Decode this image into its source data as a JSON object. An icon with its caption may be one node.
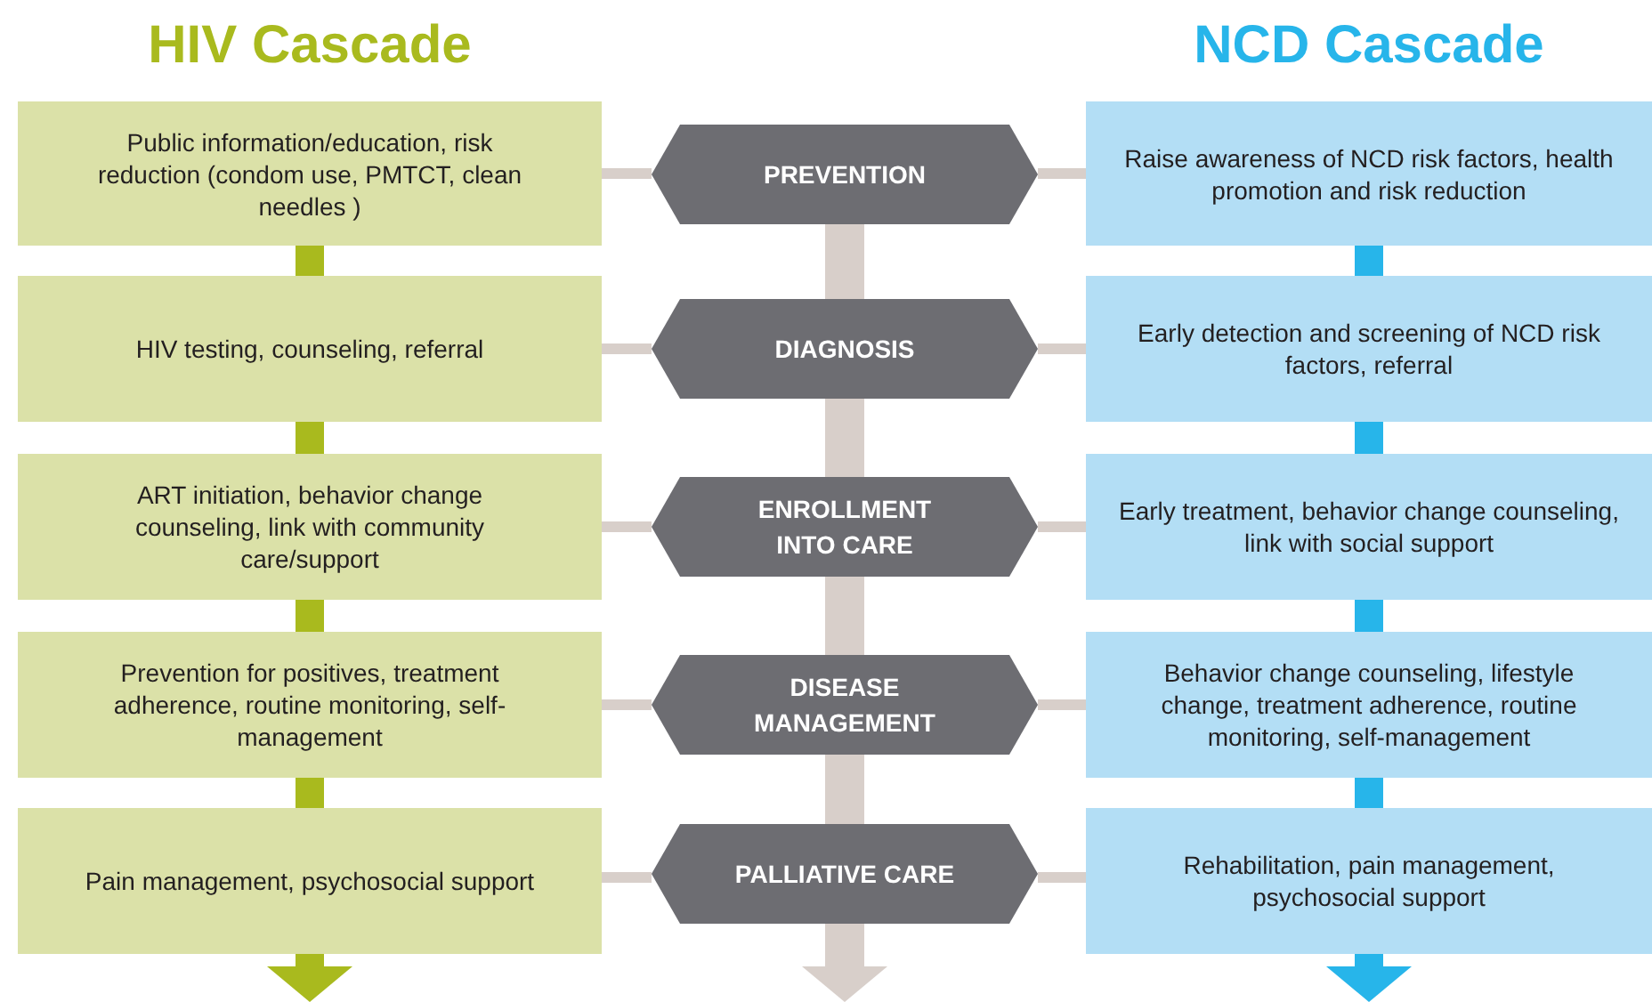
{
  "diagram": {
    "nodes": [
      {
        "text": [
          "Public information/education, risk reduction (condom use, PMTCT, clean needles )"
        ]
      },
      {
        "text": [
          "HIV testing, counseling, referral"
        ]
      },
      {
        "text": [
          "ART initiation, behavior change counseling, link with community care/support"
        ]
      },
      {
        "text": [
          "Prevention for positives, treatment adherence, routine monitoring, self-management"
        ]
      },
      {
        "text": [
          "Pain management, psychosocial support"
        ]
      },
      {
        "text": [
          "PREVENTION"
        ]
      },
      {
        "text": [
          "DIAGNOSIS"
        ]
      },
      {
        "text": [
          "ENROLLMENT INTO CARE"
        ]
      },
      {
        "text": [
          "DISEASE MANAGEMENT"
        ]
      },
      {
        "text": [
          "PALLIATIVE CARE"
        ]
      },
      {
        "text": [
          "Raise awareness of NCD risk factors, health promotion and risk reduction"
        ]
      },
      {
        "text": [
          "Early detection and screening of NCD risk factors, referral"
        ]
      },
      {
        "text": [
          "Early treatment, behavior change counseling, link with social support"
        ]
      },
      {
        "text": [
          "Behavior change counseling, lifestyle change, treatment adherence, routine monitoring, self-management"
        ]
      },
      {
        "text": [
          "Rehabilitation, pain management, psychosocial support"
        ]
      }
    ],
    "edges": [
      {
        "from": 0,
        "to": 1,
        "arrow": "none",
        "color": "#a9ba1e"
      },
      {
        "from": 1,
        "to": 2,
        "arrow": "none",
        "color": "#a9ba1e"
      },
      {
        "from": 2,
        "to": 3,
        "arrow": "none",
        "color": "#a9ba1e"
      },
      {
        "from": 3,
        "to": 4,
        "arrow": "none",
        "color": "#a9ba1e"
      },
      {
        "from": 4,
        "to": null,
        "arrow": "to",
        "color": "#a9ba1e"
      },
      {
        "from": 5,
        "to": 6,
        "arrow": "none"
      },
      {
        "from": 6,
        "to": 7,
        "arrow": "none"
      },
      {
        "from": 7,
        "to": 8,
        "arrow": "none"
      },
      {
        "from": 8,
        "to": 9,
        "arrow": "none"
      },
      {
        "from": 9,
        "to": null,
        "arrow": "to"
      },
      {
        "from": 10,
        "to": 11,
        "arrow": "none",
        "color": "#27b5ea"
      },
      {
        "from": 11,
        "to": 12,
        "arrow": "none",
        "color": "#27b5ea"
      },
      {
        "from": 12,
        "to": 13,
        "arrow": "none",
        "color": "#27b5ea"
      },
      {
        "from": 13,
        "to": 14,
        "arrow": "none",
        "color": "#27b5ea"
      },
      {
        "from": 14,
        "to": null,
        "arrow": "to",
        "color": "#27b5ea"
      },
      {
        "from": 0,
        "to": 5,
        "arrow": "none"
      },
      {
        "from": 5,
        "to": 10,
        "arrow": "none"
      },
      {
        "from": 1,
        "to": 6,
        "arrow": "none"
      },
      {
        "from": 6,
        "to": 11,
        "arrow": "none"
      },
      {
        "from": 2,
        "to": 7,
        "arrow": "none"
      },
      {
        "from": 7,
        "to": 12,
        "arrow": "none"
      },
      {
        "from": 3,
        "to": 8,
        "arrow": "none"
      },
      {
        "from": 8,
        "to": 13,
        "arrow": "none"
      },
      {
        "from": 4,
        "to": 9,
        "arrow": "none"
      },
      {
        "from": 9,
        "to": 14,
        "arrow": "none"
      }
    ],
    "labels": [
      "HIV Cascade",
      "NCD Cascade"
    ]
  }
}
